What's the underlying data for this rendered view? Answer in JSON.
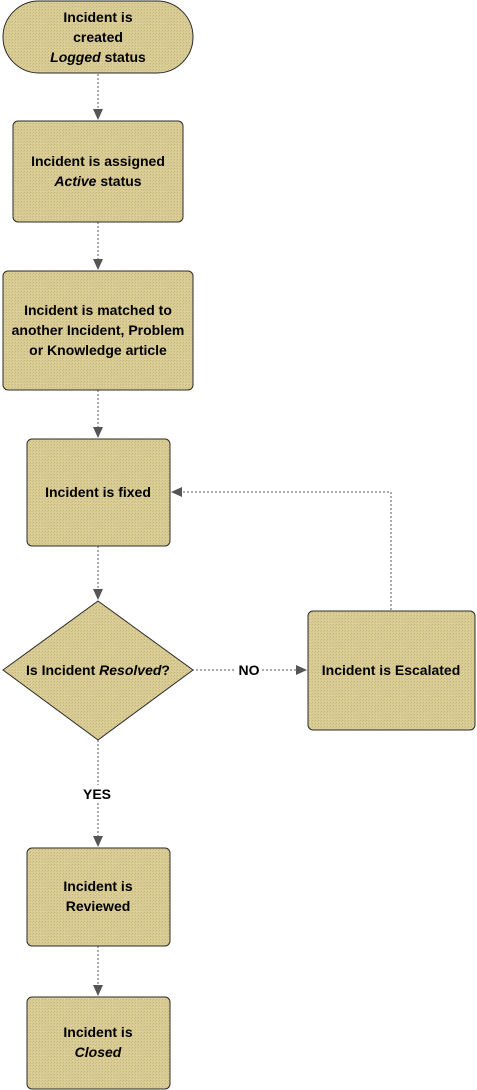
{
  "nodes": {
    "created": {
      "lines": [
        [
          {
            "t": "Incident is"
          }
        ],
        [
          {
            "t": "created"
          }
        ],
        [
          {
            "t": "Logged",
            "i": true
          },
          {
            "t": " status"
          }
        ]
      ]
    },
    "assigned": {
      "lines": [
        [
          {
            "t": "Incident is assigned"
          }
        ],
        [
          {
            "t": "Active",
            "i": true
          },
          {
            "t": " status"
          }
        ]
      ]
    },
    "matched": {
      "lines": [
        [
          {
            "t": "Incident is matched to"
          }
        ],
        [
          {
            "t": "another Incident, Problem"
          }
        ],
        [
          {
            "t": "or Knowledge article"
          }
        ]
      ]
    },
    "fixed": {
      "lines": [
        [
          {
            "t": "Incident is fixed"
          }
        ]
      ]
    },
    "resolved_decision": {
      "lines": [
        [
          {
            "t": "Is Incident "
          },
          {
            "t": "Resolved",
            "i": true
          },
          {
            "t": "?"
          }
        ]
      ]
    },
    "escalated": {
      "lines": [
        [
          {
            "t": "Incident is Escalated"
          }
        ]
      ]
    },
    "reviewed": {
      "lines": [
        [
          {
            "t": "Incident is"
          }
        ],
        [
          {
            "t": "Reviewed"
          }
        ]
      ]
    },
    "closed": {
      "lines": [
        [
          {
            "t": "Incident is"
          }
        ],
        [
          {
            "t": "Closed",
            "i": true
          }
        ]
      ]
    }
  },
  "edge_labels": {
    "no": "NO",
    "yes": "YES"
  },
  "colors": {
    "fill": "#d9cc96",
    "hatch": "#c7b878",
    "stroke": "#2b2b2b",
    "connector": "#5a5a5a"
  }
}
